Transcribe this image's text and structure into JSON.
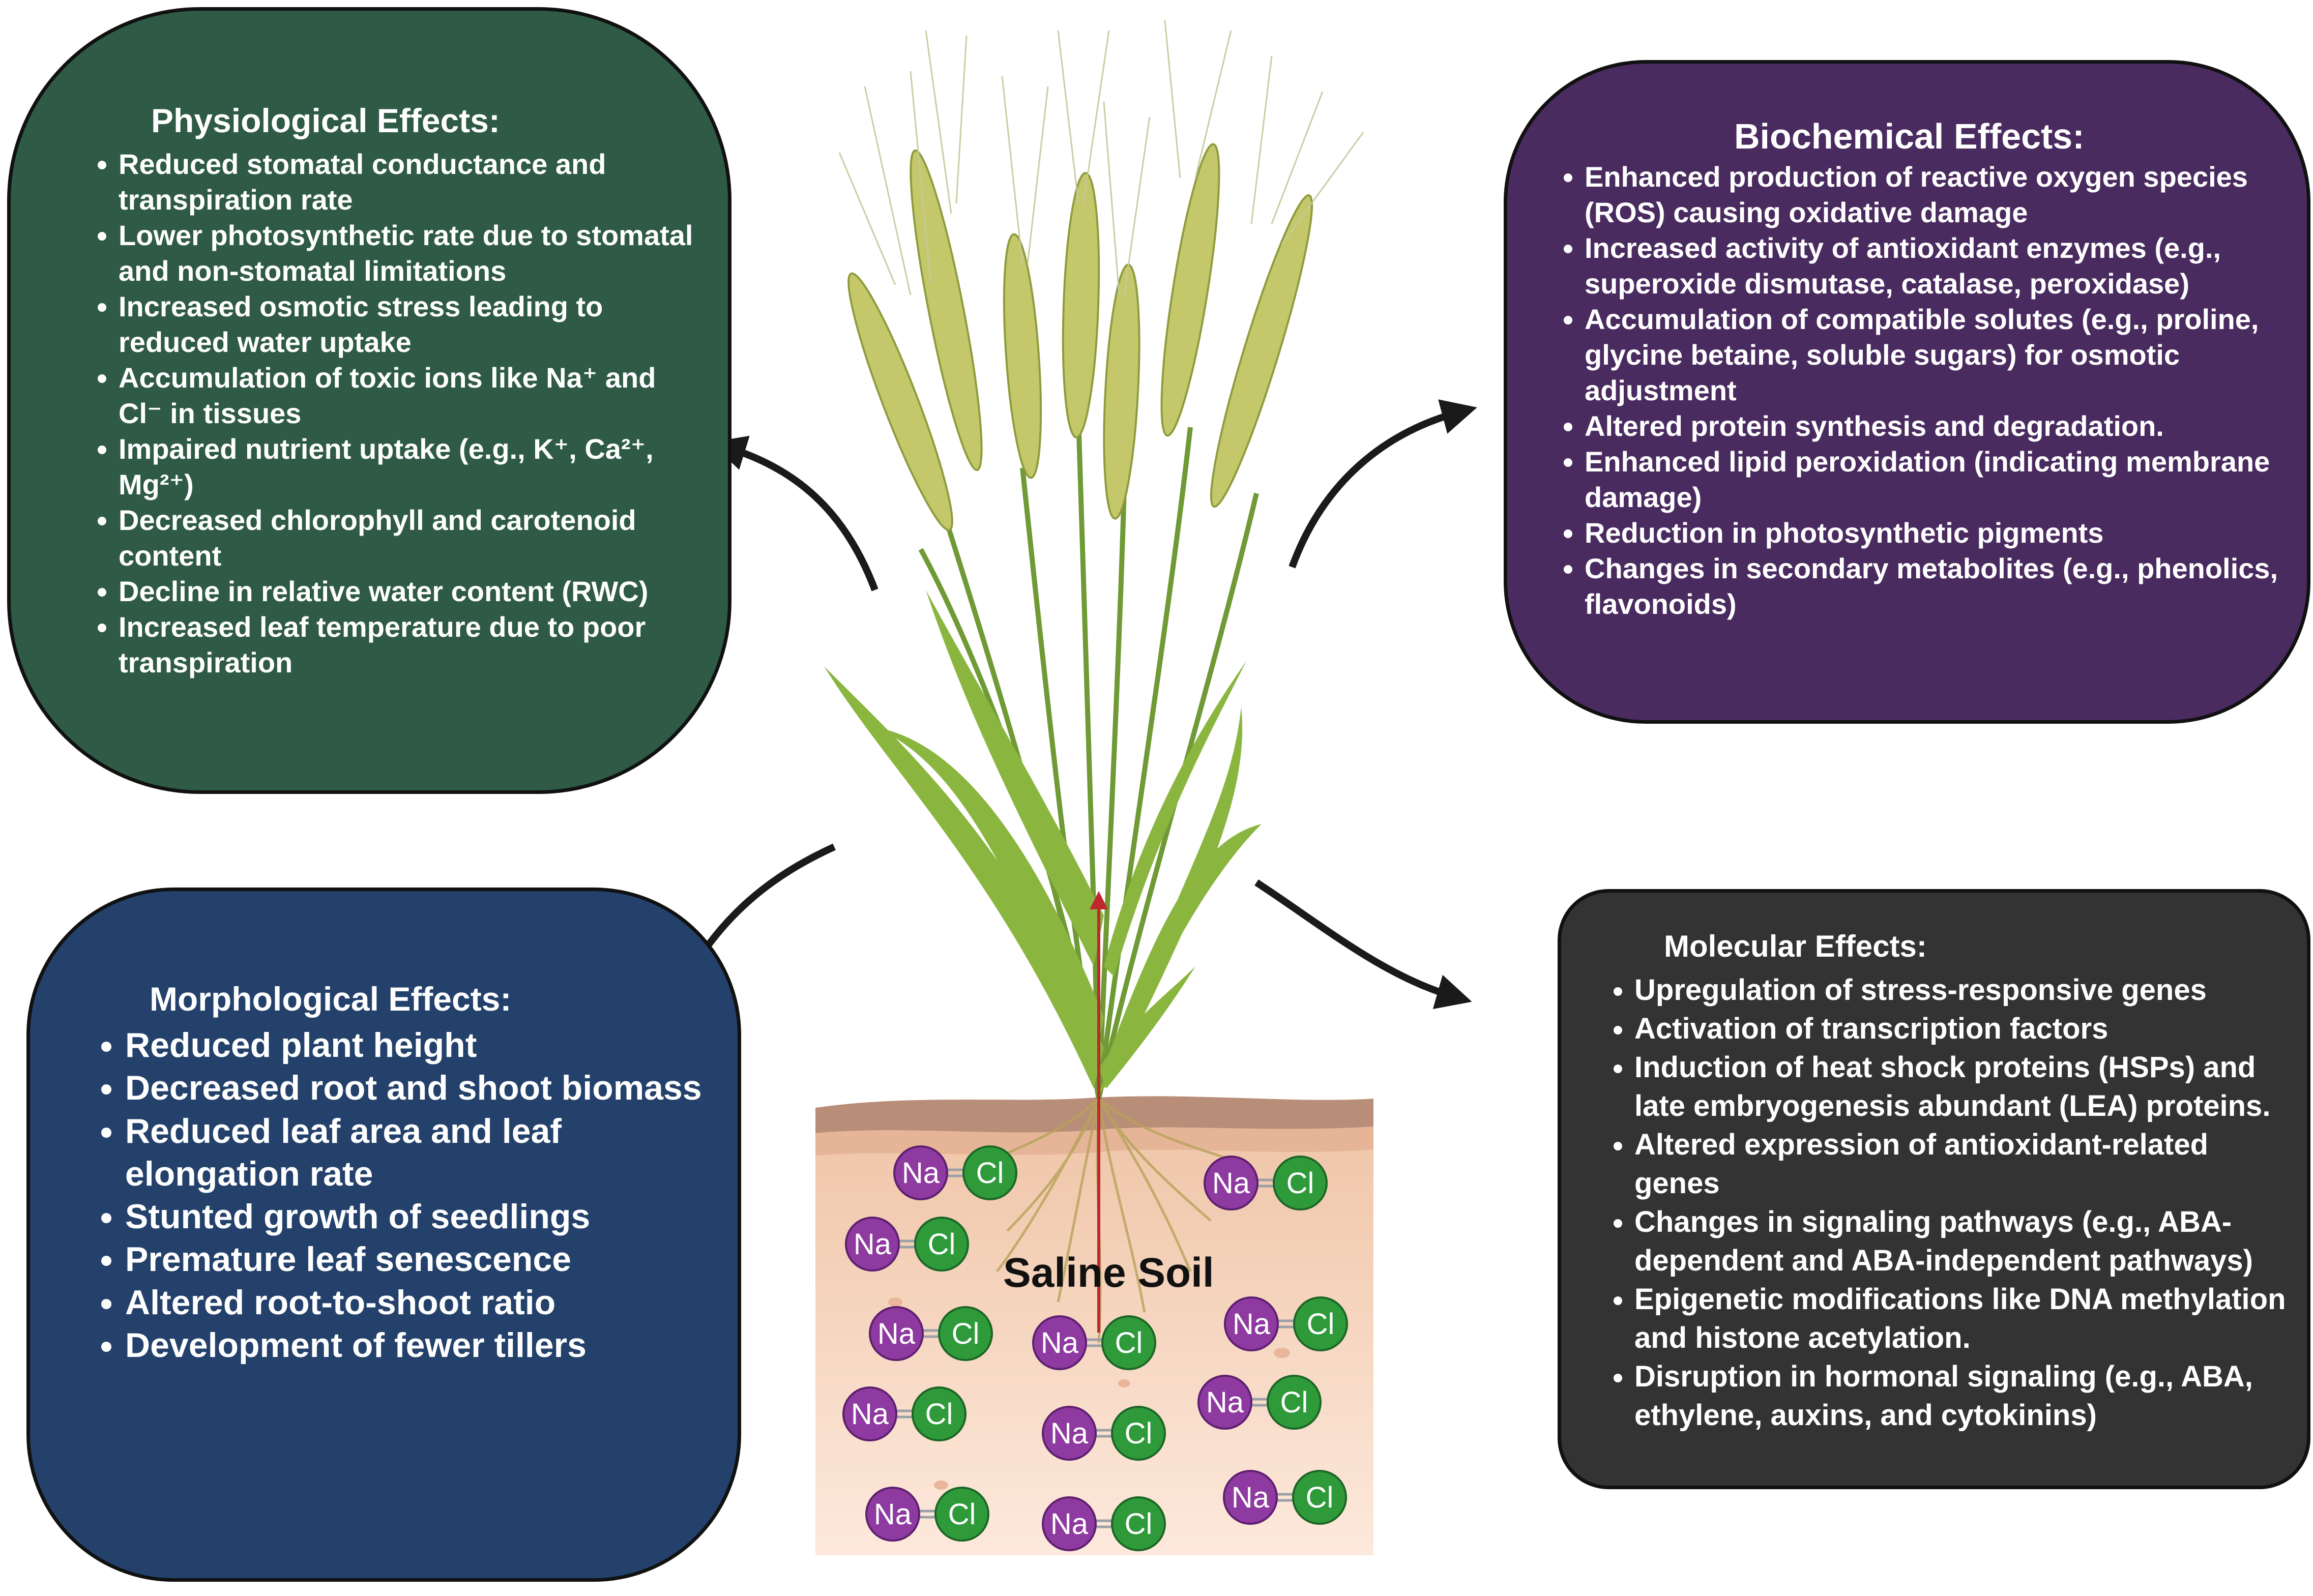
{
  "physiological": {
    "title": "Physiological Effects:",
    "items": [
      "Reduced stomatal conductance and transpiration rate",
      "Lower photosynthetic rate due to stomatal and non-stomatal limitations",
      "Increased osmotic stress leading to reduced water uptake",
      "Accumulation of toxic ions like Na⁺ and Cl⁻ in tissues",
      "Impaired nutrient uptake (e.g., K⁺, Ca²⁺, Mg²⁺)",
      "Decreased chlorophyll and carotenoid content",
      "Decline in relative water content (RWC)",
      "Increased leaf temperature due to poor transpiration"
    ]
  },
  "biochemical": {
    "title": "Biochemical Effects:",
    "items": [
      "Enhanced production of reactive oxygen species (ROS) causing oxidative damage",
      "Increased activity of antioxidant enzymes (e.g., superoxide dismutase, catalase, peroxidase)",
      "Accumulation of compatible solutes (e.g., proline, glycine betaine, soluble sugars) for osmotic adjustment",
      "Altered protein synthesis and degradation.",
      "Enhanced lipid peroxidation (indicating membrane damage)",
      "Reduction in photosynthetic pigments",
      "Changes in secondary metabolites (e.g., phenolics, flavonoids)"
    ]
  },
  "morphological": {
    "title": "Morphological Effects:",
    "items": [
      "Reduced plant height",
      "Decreased root and shoot biomass",
      "Reduced leaf area and leaf elongation rate",
      "Stunted growth of seedlings",
      "Premature leaf senescence",
      "Altered root-to-shoot ratio",
      "Development of fewer tillers"
    ]
  },
  "molecular": {
    "title": "Molecular Effects:",
    "items": [
      "Upregulation of stress-responsive genes",
      "Activation of transcription factors",
      "Induction of heat shock proteins (HSPs) and late embryogenesis abundant (LEA) proteins.",
      "Altered expression of antioxidant-related genes",
      "Changes in signaling pathways (e.g., ABA-dependent and ABA-independent pathways)",
      "Epigenetic modifications like DNA methylation and histone acetylation.",
      "Disruption in hormonal signaling (e.g., ABA, ethylene, auxins, and cytokinins)"
    ]
  },
  "soil": {
    "label": "Saline Soil",
    "na_label": "Na",
    "cl_label": "Cl"
  },
  "colors": {
    "physiological": "#2e5a46",
    "biochemical": "#4a2b60",
    "morphological": "#23416b",
    "molecular": "#333333",
    "sodium": "#8e3aa0",
    "chloride": "#2e9a3a",
    "soil": "#f3cfb3",
    "root_arrow": "#c0282f"
  }
}
